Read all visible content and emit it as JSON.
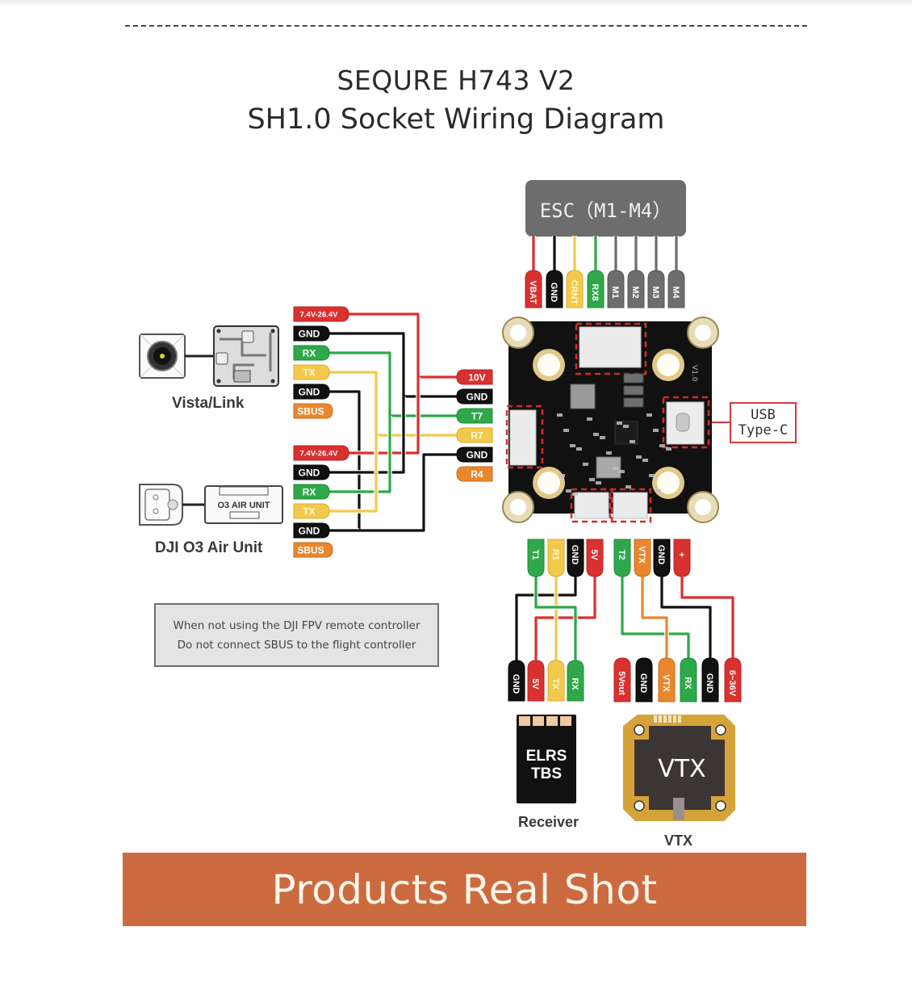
{
  "header": {
    "title_line1": "SEQURE H743 V2",
    "title_line2": "SH1.0 Socket Wiring Diagram"
  },
  "esc": {
    "label": "ESC（M1-M4）",
    "pins": [
      {
        "label": "VBAT",
        "color": "#d93030"
      },
      {
        "label": "GND",
        "color": "#111111"
      },
      {
        "label": "CRNT",
        "color": "#f2c94c"
      },
      {
        "label": "RX8",
        "color": "#2ea84a"
      },
      {
        "label": "M1",
        "color": "#6d6d6d"
      },
      {
        "label": "M2",
        "color": "#6d6d6d"
      },
      {
        "label": "M3",
        "color": "#6d6d6d"
      },
      {
        "label": "M4",
        "color": "#6d6d6d"
      }
    ]
  },
  "vista": {
    "caption": "Vista/Link",
    "pins": [
      {
        "label": "7.4V-26.4V",
        "color": "#d93030"
      },
      {
        "label": "GND",
        "color": "#111111"
      },
      {
        "label": "RX",
        "color": "#2ea84a"
      },
      {
        "label": "TX",
        "color": "#f2c94c"
      },
      {
        "label": "GND",
        "color": "#111111"
      },
      {
        "label": "SBUS",
        "color": "#e8872e"
      }
    ]
  },
  "o3": {
    "caption": "DJI O3 Air Unit",
    "unit_label": "O3 AIR UNIT",
    "pins": [
      {
        "label": "7.4V-26.4V",
        "color": "#d93030"
      },
      {
        "label": "GND",
        "color": "#111111"
      },
      {
        "label": "RX",
        "color": "#2ea84a"
      },
      {
        "label": "TX",
        "color": "#f2c94c"
      },
      {
        "label": "GND",
        "color": "#111111"
      },
      {
        "label": "SBUS",
        "color": "#e8872e"
      }
    ]
  },
  "fc_left_port": {
    "pins": [
      {
        "label": "10V",
        "color": "#d93030"
      },
      {
        "label": "GND",
        "color": "#111111"
      },
      {
        "label": "T7",
        "color": "#2ea84a"
      },
      {
        "label": "R7",
        "color": "#f2c94c"
      },
      {
        "label": "GND",
        "color": "#111111"
      },
      {
        "label": "R4",
        "color": "#e8872e"
      }
    ]
  },
  "fc_bottom_left_port": {
    "pins": [
      {
        "label": "T1",
        "color": "#2ea84a"
      },
      {
        "label": "R1",
        "color": "#f2c94c"
      },
      {
        "label": "GND",
        "color": "#111111"
      },
      {
        "label": "5V",
        "color": "#d93030"
      }
    ]
  },
  "fc_bottom_right_port": {
    "pins": [
      {
        "label": "T2",
        "color": "#2ea84a"
      },
      {
        "label": "VTX",
        "color": "#e8872e"
      },
      {
        "label": "GND",
        "color": "#111111"
      },
      {
        "label": "+",
        "color": "#d93030"
      }
    ]
  },
  "receiver": {
    "caption": "Receiver",
    "body_text": [
      "ELRS",
      "TBS"
    ],
    "pins": [
      {
        "label": "GND",
        "color": "#111111"
      },
      {
        "label": "5V",
        "color": "#d93030"
      },
      {
        "label": "TX",
        "color": "#f2c94c"
      },
      {
        "label": "RX",
        "color": "#2ea84a"
      }
    ]
  },
  "vtx": {
    "caption": "VTX",
    "body_text": "VTX",
    "pins": [
      {
        "label": "5Vout",
        "color": "#d93030"
      },
      {
        "label": "GND",
        "color": "#111111"
      },
      {
        "label": "VTX",
        "color": "#e8872e"
      },
      {
        "label": "RX",
        "color": "#2ea84a"
      },
      {
        "label": "GND",
        "color": "#111111"
      },
      {
        "label": "6~36V",
        "color": "#d93030"
      }
    ]
  },
  "usb": {
    "line1": "USB",
    "line2": "Type-C"
  },
  "note": {
    "line1": "When not using the DJI FPV remote controller",
    "line2": "Do not connect SBUS to the flight controller"
  },
  "footer": {
    "banner_text": "Products Real Shot",
    "banner_color": "#cc6a3f"
  },
  "board": {
    "version_mark": "V1.0"
  }
}
